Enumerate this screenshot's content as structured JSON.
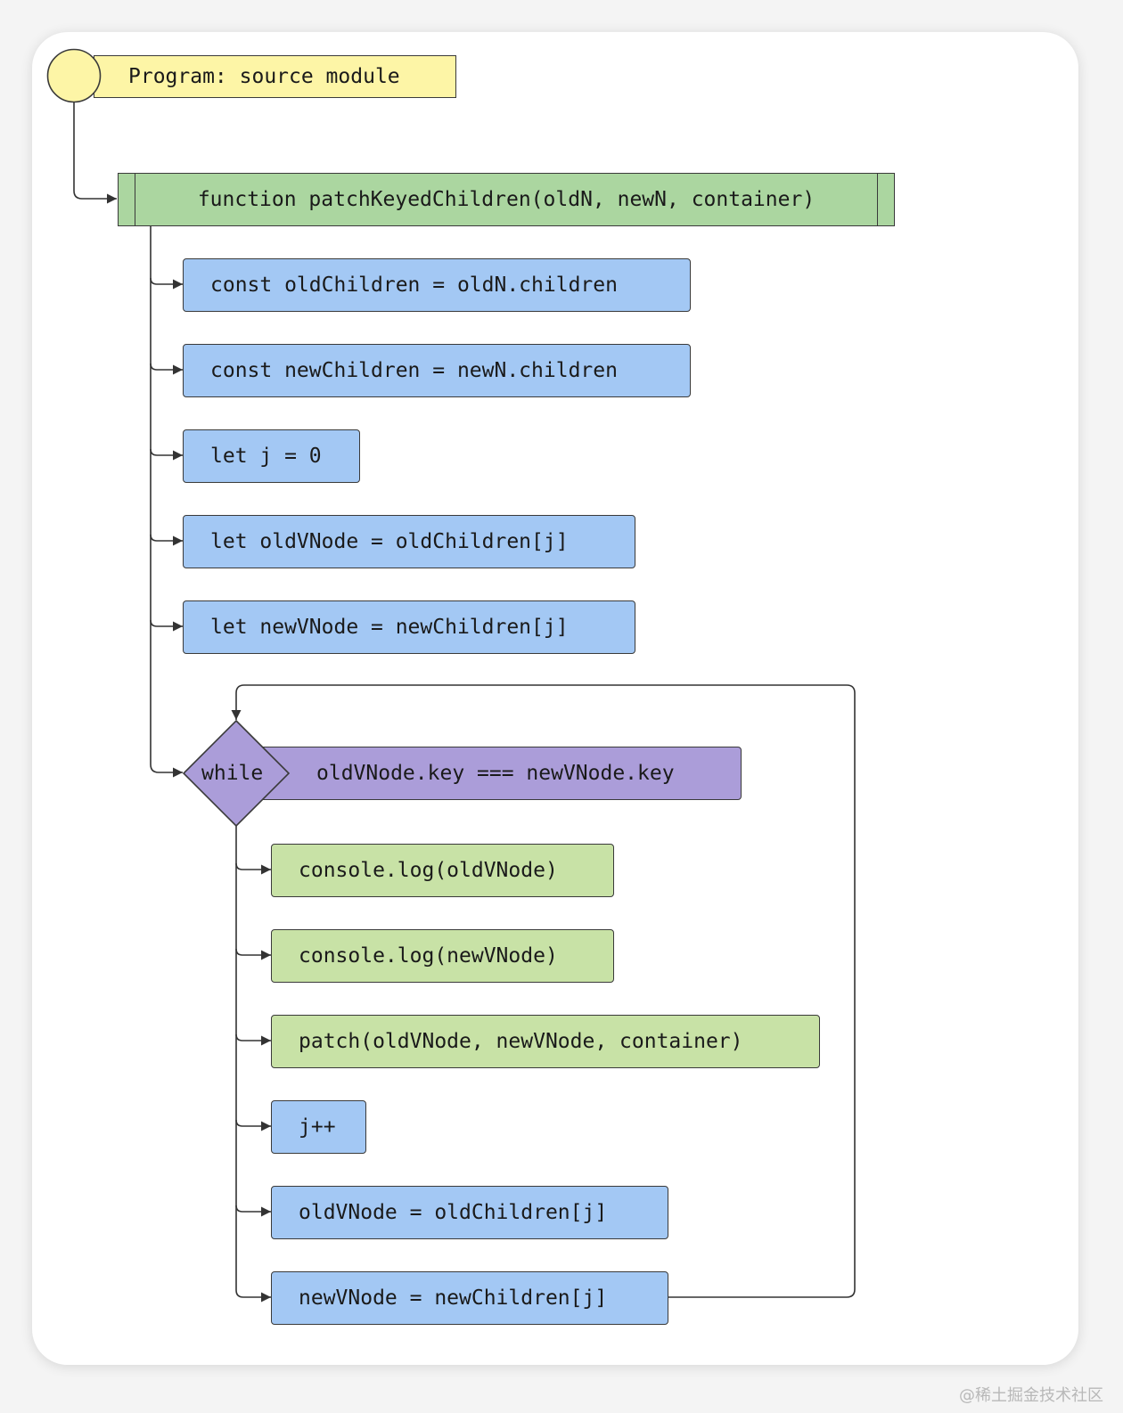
{
  "program_label": "Program: source module",
  "function_label": "function patchKeyedChildren(oldN, newN, container)",
  "statements": [
    "const oldChildren = oldN.children",
    "const newChildren = newN.children",
    "let j = 0",
    "let oldVNode = oldChildren[j]",
    "let newVNode = newChildren[j]"
  ],
  "loop": {
    "keyword": "while",
    "condition": "oldVNode.key === newVNode.key",
    "body": [
      "console.log(oldVNode)",
      "console.log(newVNode)",
      "patch(oldVNode, newVNode, container)",
      "j++",
      "oldVNode = oldChildren[j]",
      "newVNode = newChildren[j]"
    ]
  },
  "colors": {
    "program": "#fdf5a6",
    "function": "#abd6a0",
    "statement": "#a3c8f4",
    "loop": "#ab9dd9",
    "call": "#c8e2a6",
    "stroke": "#3a3a3a"
  },
  "watermark": "@稀土掘金技术社区"
}
